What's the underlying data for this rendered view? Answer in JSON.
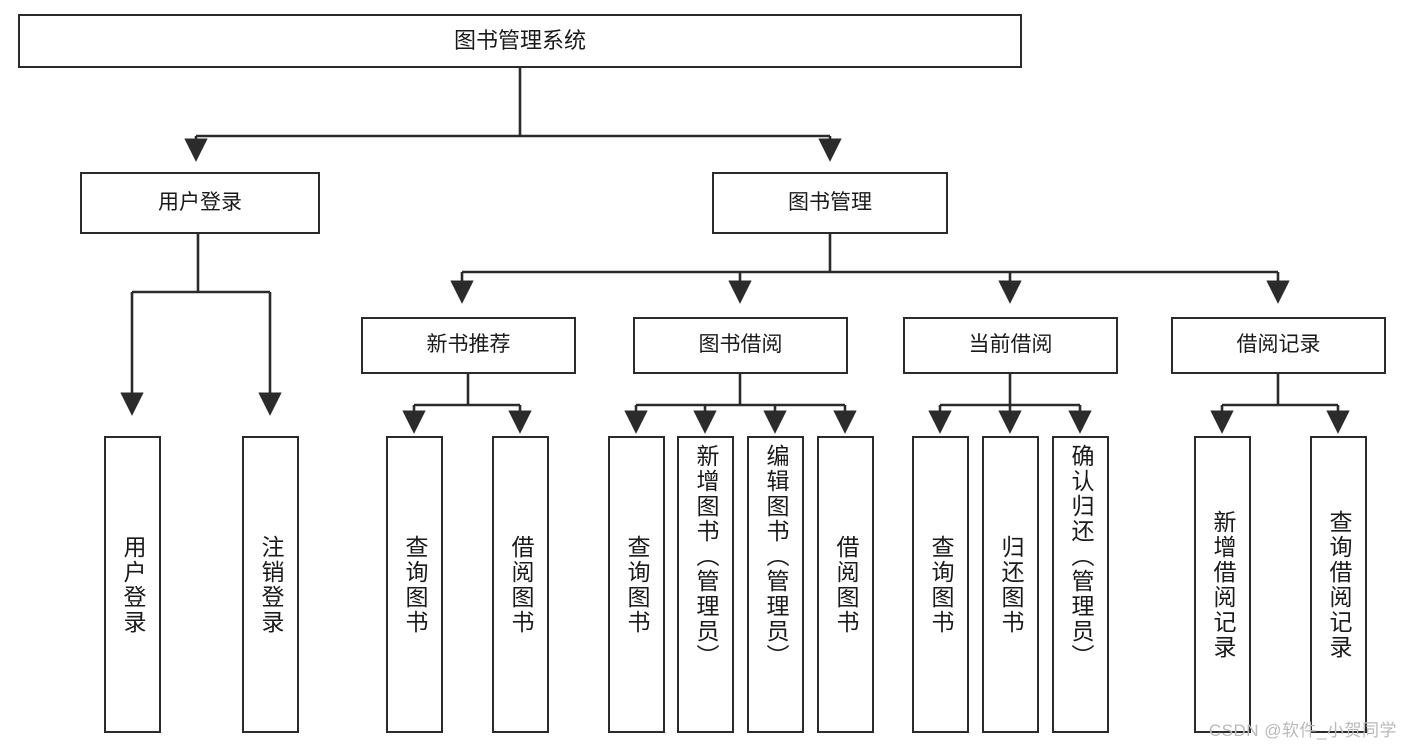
{
  "diagram": {
    "type": "tree",
    "title_text": "图书管理系统",
    "watermark": "CSDN @软件_小贺同学",
    "colors": {
      "border": "#2b2b2b",
      "background": "#ffffff",
      "text": "#1a1a1a",
      "watermark": "#b9b9b9"
    },
    "root": {
      "label": "图书管理系统"
    },
    "level2": [
      {
        "label": "用户登录"
      },
      {
        "label": "图书管理"
      }
    ],
    "level3": [
      {
        "label": "新书推荐"
      },
      {
        "label": "图书借阅"
      },
      {
        "label": "当前借阅"
      },
      {
        "label": "借阅记录"
      }
    ],
    "leaves": {
      "user_login": [
        {
          "label": "用户登录"
        },
        {
          "label": "注销登录"
        }
      ],
      "new_book": [
        {
          "label": "查询图书"
        },
        {
          "label": "借阅图书"
        }
      ],
      "borrow_book": [
        {
          "label": "查询图书"
        },
        {
          "label": "新增图书（管理员）"
        },
        {
          "label": "编辑图书（管理员）"
        },
        {
          "label": "借阅图书"
        }
      ],
      "current_borrow": [
        {
          "label": "查询图书"
        },
        {
          "label": "归还图书"
        },
        {
          "label": "确认归还（管理员）"
        }
      ],
      "borrow_record": [
        {
          "label": "新增借阅记录"
        },
        {
          "label": "查询借阅记录"
        }
      ]
    }
  }
}
